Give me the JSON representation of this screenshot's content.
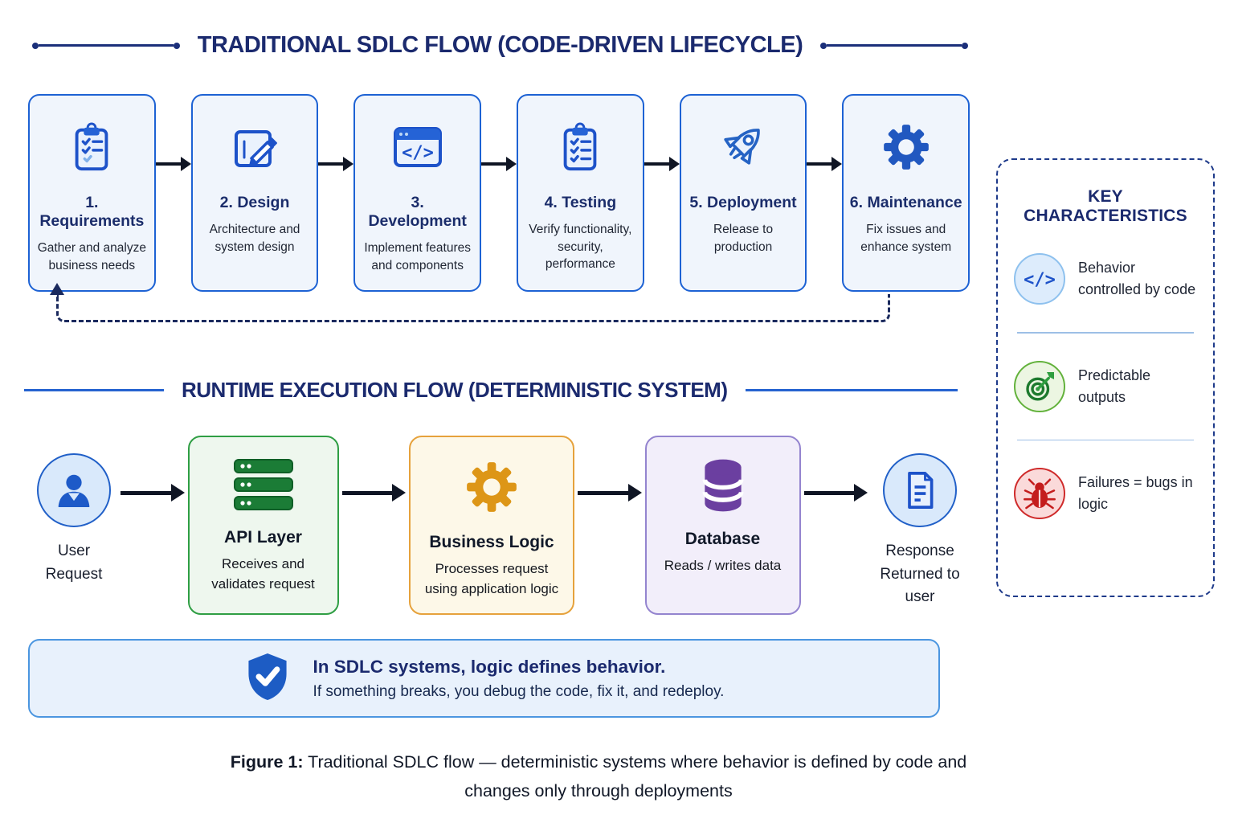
{
  "colors": {
    "navy": "#1b2a6e",
    "blue_border": "#1d62d4",
    "blue_icon": "#2158c0",
    "sdlc_box_fill": "#f0f5fc",
    "green_border": "#2f9e44",
    "green_fill": "#eef7ee",
    "green_icon": "#1b7c36",
    "orange_border": "#e6a23c",
    "orange_fill": "#fdf8e8",
    "orange_icon": "#dd9617",
    "purple_border": "#9484cf",
    "purple_fill": "#f2eefa",
    "purple_icon": "#6b3fa0",
    "red_icon": "#c41d1d",
    "arrow_black": "#0f1524",
    "note_bg": "#e8f1fc",
    "note_border": "#4b96e0"
  },
  "sdlc": {
    "title": "TRADITIONAL SDLC FLOW (CODE-DRIVEN LIFECYCLE)",
    "steps": [
      {
        "title": "1. Requirements",
        "desc": "Gather and analyze business needs",
        "icon": "clipboard-icon"
      },
      {
        "title": "2. Design",
        "desc": "Architecture and system design",
        "icon": "design-pencil-icon"
      },
      {
        "title": "3. Development",
        "desc": "Implement features and components",
        "icon": "code-window-icon"
      },
      {
        "title": "4. Testing",
        "desc": "Verify functionality, security, performance",
        "icon": "checklist-icon"
      },
      {
        "title": "5. Deployment",
        "desc": "Release to production",
        "icon": "rocket-icon"
      },
      {
        "title": "6. Maintenance",
        "desc": "Fix issues and enhance system",
        "icon": "gear-icon"
      }
    ]
  },
  "runtime": {
    "title": "RUNTIME EXECUTION FLOW (DETERMINISTIC SYSTEM)",
    "user": {
      "line1": "User",
      "line2": "Request",
      "icon": "user-icon"
    },
    "nodes": [
      {
        "title": "API Layer",
        "desc": "Receives and validates request",
        "icon": "server-stack-icon"
      },
      {
        "title": "Business Logic",
        "desc": "Processes request using application logic",
        "icon": "gear-icon"
      },
      {
        "title": "Database",
        "desc": "Reads / writes data",
        "icon": "database-icon"
      }
    ],
    "response": {
      "line1": "Response",
      "line2": "Returned to user",
      "icon": "document-icon"
    }
  },
  "key_characteristics": {
    "title": "KEY CHARACTERISTICS",
    "items": [
      {
        "label": "Behavior controlled by code",
        "icon": "code-icon"
      },
      {
        "label": "Predictable outputs",
        "icon": "target-icon"
      },
      {
        "label": "Failures = bugs in logic",
        "icon": "bug-icon"
      }
    ]
  },
  "note": {
    "line1": "In SDLC systems, logic defines behavior.",
    "line2": "If something breaks, you debug the code, fix it, and redeploy.",
    "icon": "shield-check-icon"
  },
  "caption": {
    "prefix": "Figure 1:",
    "text": "Traditional SDLC flow — deterministic systems where behavior is defined by code and changes only through deployments"
  }
}
